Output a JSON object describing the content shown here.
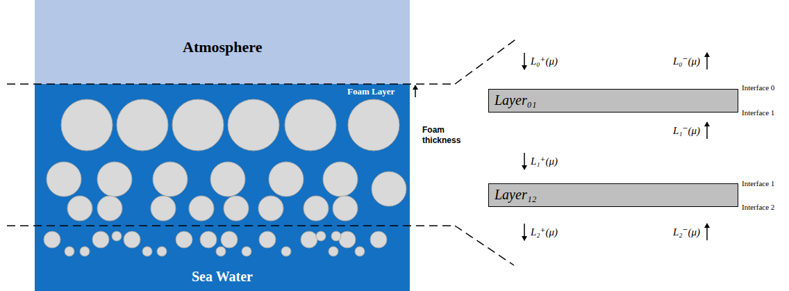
{
  "diagram": {
    "nodes": [
      {
        "text": [
          "Atmosphere"
        ]
      },
      {
        "text": [
          "Foam Layer"
        ]
      },
      {
        "text": [
          "Sea Water"
        ]
      },
      {
        "text": [
          "Layer₀₁"
        ]
      },
      {
        "text": [
          "Layer₁₂"
        ]
      }
    ],
    "labels": [
      "Foam thickness",
      "L₀⁺(μ)",
      "L₀⁻(μ)",
      "Interface 0",
      "Interface 1",
      "L₁⁻(μ)",
      "L₁⁺(μ)",
      "Interface 1",
      "Interface 2",
      "L₂⁺(μ)",
      "L₂⁻(μ)"
    ]
  }
}
